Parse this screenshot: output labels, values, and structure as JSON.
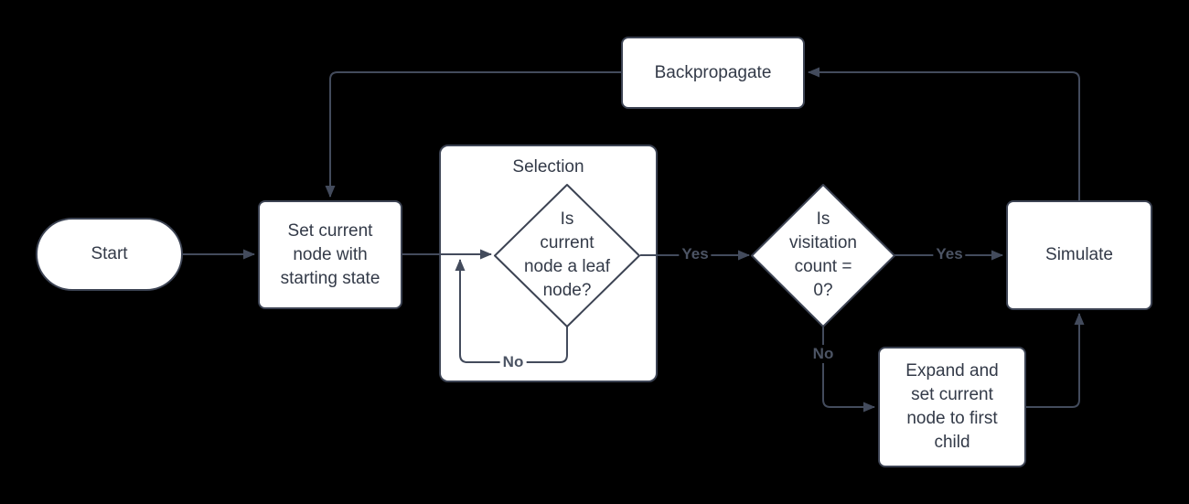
{
  "diagram": {
    "type": "flowchart",
    "theme": {
      "background": "#000000",
      "node_fill": "#ffffff",
      "node_border": "#3c4353",
      "node_text": "#333a48",
      "edge_color": "#434b5c",
      "edge_label_color": "#4c5464"
    },
    "nodes": {
      "start": {
        "label": "Start",
        "shape": "terminator"
      },
      "set_current": {
        "label": "Set current\nnode with\nstarting state",
        "shape": "process"
      },
      "selection_container": {
        "title": "Selection",
        "shape": "container"
      },
      "leaf_question": {
        "label": "Is\ncurrent\nnode a leaf\nnode?",
        "shape": "decision"
      },
      "visitation_question": {
        "label": "Is\nvisitation\ncount =\n0?",
        "shape": "decision"
      },
      "simulate": {
        "label": "Simulate",
        "shape": "process"
      },
      "backpropagate": {
        "label": "Backpropagate",
        "shape": "process"
      },
      "expand": {
        "label": "Expand and\nset current\nnode to first\nchild",
        "shape": "process"
      }
    },
    "edge_labels": {
      "leaf_yes": "Yes",
      "leaf_no": "No",
      "visitation_yes": "Yes",
      "visitation_no": "No"
    },
    "edges": [
      "start -> set_current",
      "backpropagate -> set_current",
      "set_current -> leaf_question",
      "leaf_question -No-> leaf_question",
      "leaf_question -Yes-> visitation_question",
      "visitation_question -Yes-> simulate",
      "visitation_question -No-> expand",
      "expand -> simulate",
      "simulate -> backpropagate"
    ]
  }
}
